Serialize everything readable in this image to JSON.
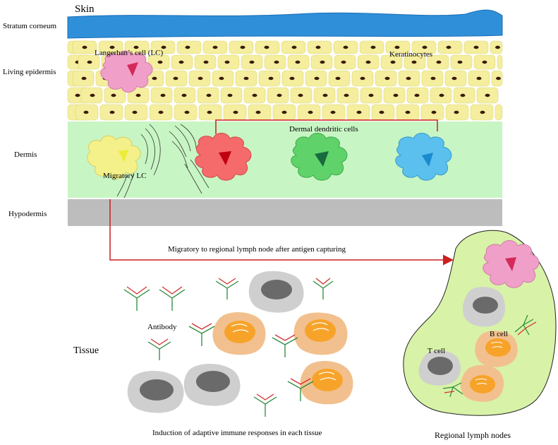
{
  "labels": {
    "skin": "Skin",
    "stratum_corneum": "Stratum corneum",
    "living_epidermis": "Living epidermis",
    "dermis": "Dermis",
    "hypodermis": "Hypodermis",
    "langerhans": "Langerhan’s cell (LC)",
    "keratinocytes": "Keratinocytes",
    "dermal_dc": "Dermal dendritic cells",
    "migratory_lc": "Migratory LC",
    "migration": "Migratory to regional lymph node after antigen capturing",
    "antibody": "Antibody",
    "tissue": "Tissue",
    "b_cell": "B cell",
    "t_cell": "T cell",
    "induction": "Induction of adaptive immune responses in each tissue",
    "lymph_nodes": "Regional lymph nodes"
  },
  "colors": {
    "stratum": "#2f8fd8",
    "epidermis": "#f4ee9e",
    "nucleus": "#3a1a0a",
    "dermis": "#c8f5c4",
    "hypodermis": "#bdbdbd",
    "lymph": "#d8f2a8",
    "lc_pink": "#f0a0c8",
    "dc_red": "#f56a6a",
    "dc_green": "#5fd36a",
    "dc_blue": "#5bc0ee",
    "migratory_lc": "#f4f08a",
    "arrow": "#cc1f1f",
    "gray_cell": "#cfcfcf",
    "b_cell": "#f2c08e",
    "b_nucleus": "#f7a32a"
  }
}
